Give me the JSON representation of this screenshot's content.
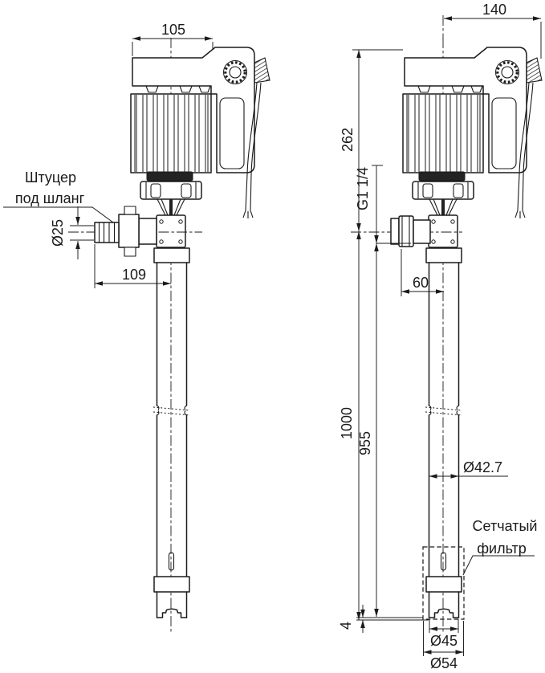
{
  "page": {
    "background_color": "#ffffff",
    "line_color": "#1b1b1b"
  },
  "drawing": {
    "front_view": {
      "dim_motor_width": "105",
      "dim_hose_diameter": "Ø25",
      "dim_outlet_reach": "109",
      "hose_fitting_label_line1": "Штуцер",
      "hose_fitting_label_line2": "под шланг"
    },
    "side_view": {
      "dim_motor_width": "140",
      "dim_motor_height": "262",
      "dim_thread": "G1 1/4",
      "dim_outlet_offset": "60",
      "dim_immersion_depth": "1000",
      "dim_tube_length": "955",
      "dim_tube_diameter": "Ø42.7",
      "dim_foot_gap": "4",
      "dim_foot_diameter": "Ø45",
      "dim_filter_diameter": "Ø54",
      "mesh_filter_label_line1": "Сетчатый",
      "mesh_filter_label_line2": "фильтр"
    }
  }
}
